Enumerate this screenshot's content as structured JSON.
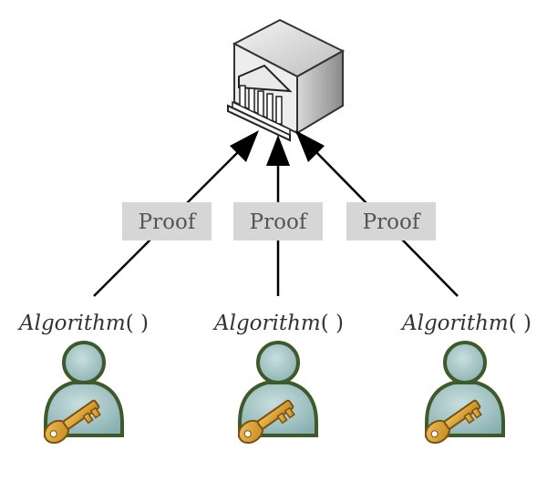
{
  "server": {
    "icon": "bank-server-icon"
  },
  "proofs": [
    {
      "label": "Proof"
    },
    {
      "label": "Proof"
    },
    {
      "label": "Proof"
    }
  ],
  "users": [
    {
      "algorithm": "Algorithm",
      "parens": "( )",
      "icon": "user-with-key-icon"
    },
    {
      "algorithm": "Algorithm",
      "parens": "( )",
      "icon": "user-with-key-icon"
    },
    {
      "algorithm": "Algorithm",
      "parens": "( )",
      "icon": "user-with-key-icon"
    }
  ],
  "colors": {
    "proof_box": "#d6d6d6",
    "arrow": "#000000",
    "user_fill": "#9fc2c2",
    "user_outline": "#3f5a2a",
    "key": "#d39b24"
  }
}
